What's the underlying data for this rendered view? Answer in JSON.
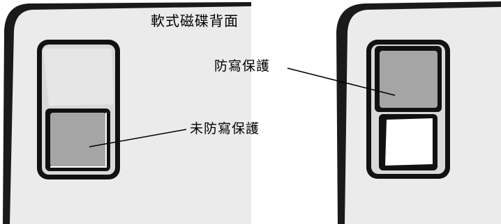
{
  "diagram": {
    "title": "軟式磁碟背面",
    "labels": {
      "write_protected": "防寫保護",
      "not_write_protected": "未防寫保護"
    },
    "switch_states": {
      "left_panel": "not_write_protected",
      "right_panel": "write_protected"
    },
    "colors": {
      "disk_body": "#ebebeb",
      "disk_edge": "#1a1a1a",
      "switch_frame": "#111111",
      "switch_well": "#d9d9d9",
      "tab_fill": "#a5a5a5",
      "open_window": "#ffffff"
    }
  }
}
